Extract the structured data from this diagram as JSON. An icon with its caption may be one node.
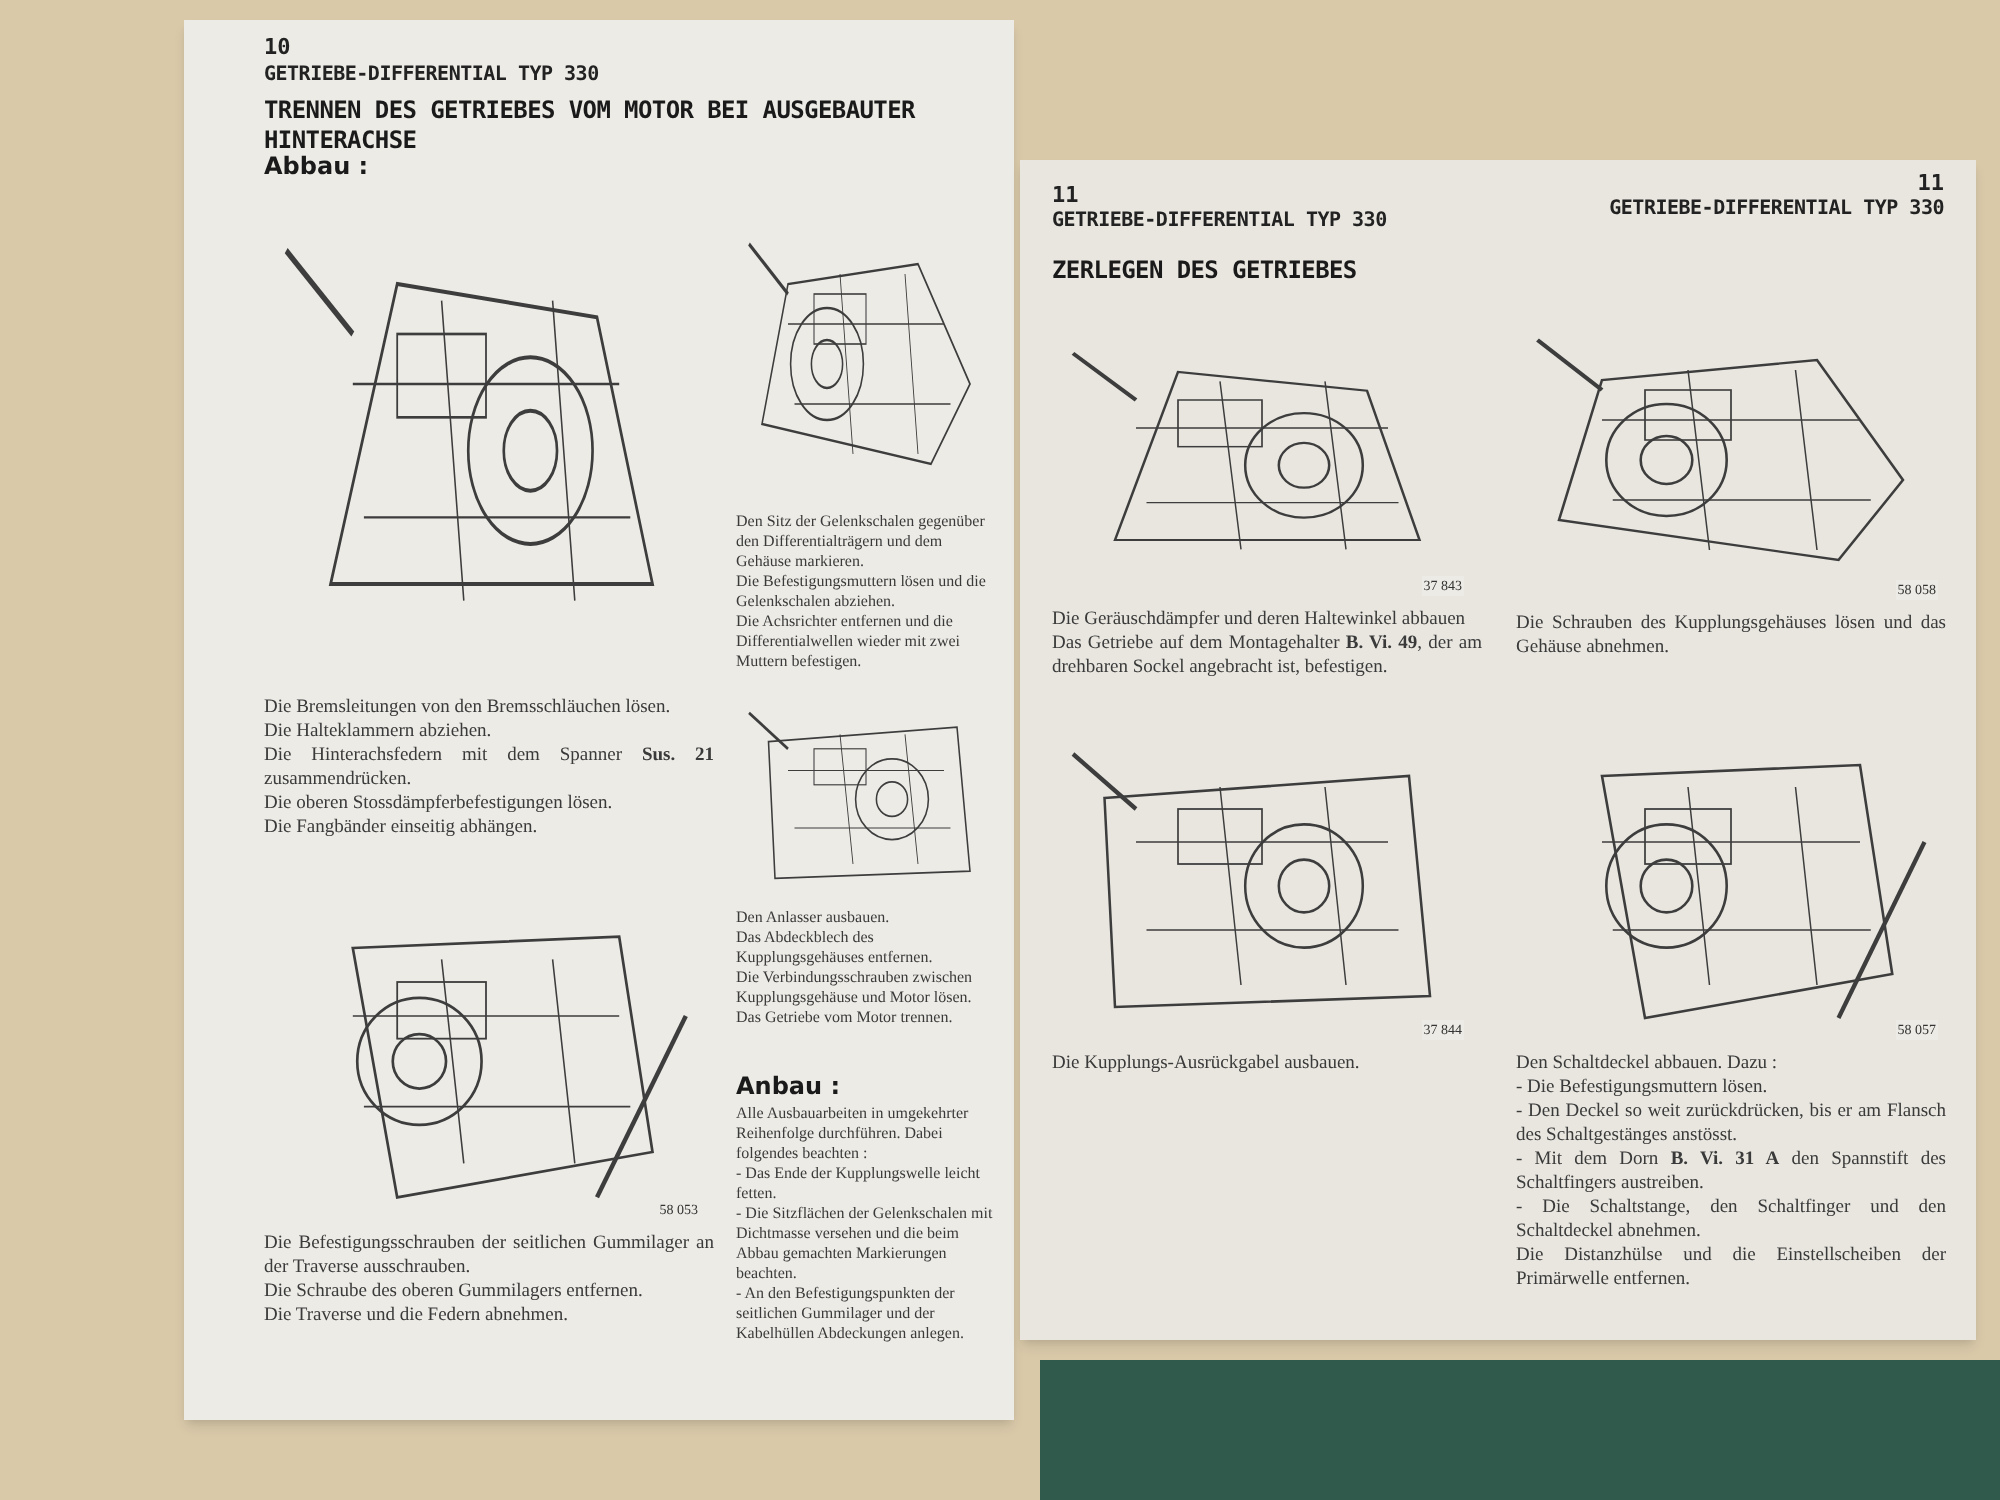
{
  "diagram": {
    "nodes": [
      {
        "text": [],
        "shape": "picture"
      },
      {
        "text": [],
        "shape": "picture"
      },
      {
        "text": [],
        "shape": "picture"
      },
      {
        "text": [],
        "shape": "picture",
        "beside": [
          "58 053"
        ]
      },
      {
        "text": [],
        "shape": "picture",
        "beside": [
          "37 843"
        ]
      },
      {
        "text": [],
        "shape": "picture",
        "beside": [
          "58 058"
        ]
      },
      {
        "text": [],
        "shape": "picture",
        "beside": [
          "37 844"
        ]
      },
      {
        "text": [],
        "shape": "picture",
        "beside": [
          "58 057"
        ]
      }
    ],
    "labels": [
      "10",
      "GETRIEBE-DIFFERENTIAL TYP 330",
      "TRENNEN DES GETRIEBES VOM MOTOR BEI AUSGEBAUTER HINTERACHSE",
      "Abbau :",
      "Die Bremsleitungen von den Bremsschläuchen lösen.",
      "Die Halteklammern abziehen.",
      "Die Hinterachsfedern mit dem Spanner **Sus. 21** zusammendrücken.",
      "Die oberen Stossdämpferbefestigungen lösen.",
      "Die Fangbänder einseitig abhängen.",
      "Die Befestigungsschrauben der seitlichen Gummilager an der Traverse ausschrauben.",
      "Die Schraube des oberen Gummilagers entfernen.",
      "Die Traverse und die Federn abnehmen.",
      "Den Sitz der Gelenkschalen gegenüber den Differentialträgern und dem Gehäuse markieren.",
      "Die Befestigungsmuttern lösen und die Gelenkschalen abziehen.",
      "Die Achsrichter entfernen und die Differentialwellen wieder mit zwei Muttern befestigen.",
      "Den Anlasser ausbauen.",
      "Das Abdeckblech des Kupplungsgehäuses entfernen.",
      "Die Verbindungsschrauben zwischen Kupplungsgehäuse und Motor lösen.",
      "Das Getriebe vom Motor trennen.",
      "Anbau :",
      "Alle Ausbauarbeiten in umgekehrter Reihenfolge durchführen. Dabei folgendes beachten :",
      "- Das Ende der Kupplungswelle leicht fetten.",
      "- Die Sitzflächen der Gelenkschalen mit Dichtmasse versehen und die beim Abbau gemachten Markierungen beachten.",
      "- An den Befestigungspunkten der seitlichen Gummilager und der Kabelhüllen Abdeckungen anlegen.",
      "11",
      "GETRIEBE-DIFFERENTIAL TYP 330",
      "11",
      "GETRIEBE-DIFFERENTIAL TYP 330",
      "ZERLEGEN DES GETRIEBES",
      "Die Geräuschdämpfer und deren Haltewinkel abbauen",
      "Das Getriebe auf dem Montagehalter **B. Vi. 49**, der am drehbaren Sockel angebracht ist, befestigen.",
      "Die Schrauben des Kupplungsgehäuses lösen und das Gehäuse abnehmen.",
      "Die Kupplungs-Ausrückgabel ausbauen.",
      "Den Schaltdeckel abbauen. Dazu :",
      "- Die Befestigungsmuttern lösen.",
      "- Den Deckel so weit zurückdrücken, bis er am Flansch des Schaltgestänges anstösst.",
      "- Mit dem Dorn **B. Vi. 31 A** den Spannstift des Schaltfingers austreiben.",
      "- Die Schaltstange, den Schaltfinger und den Schaltdeckel abnehmen.",
      "Die Distanzhülse und die Einstellscheiben der Primärwelle entfernen."
    ]
  }
}
